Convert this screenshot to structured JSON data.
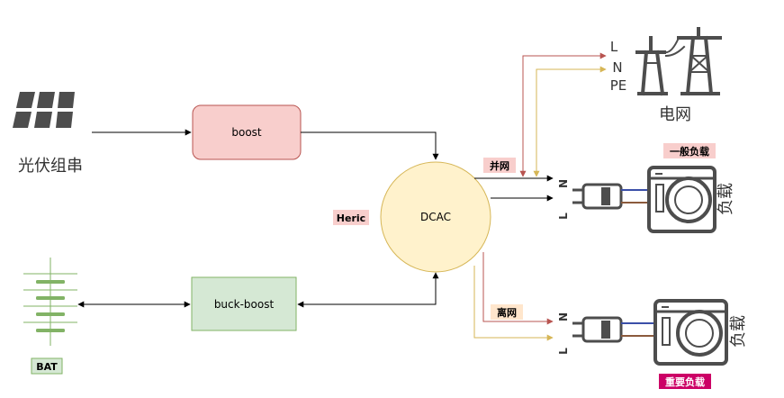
{
  "nodes": {
    "pv_label": "光伏组串",
    "boost": "boost",
    "dcac": "DCAC",
    "heric": "Heric",
    "buck_boost": "buck-boost",
    "bat": "BAT",
    "grid_label": "电网",
    "grid_L": "L",
    "grid_N": "N",
    "grid_PE": "PE",
    "grid_tie": "并网",
    "off_grid": "离网",
    "general_load": "一般负载",
    "critical_load": "重要负载",
    "load_top": "负载",
    "load_bottom": "负载",
    "plug_top_N": "N",
    "plug_top_L": "L",
    "plug_bottom_N": "N",
    "plug_bottom_L": "L"
  },
  "colors": {
    "boost_fill": "#f8cecc",
    "boost_stroke": "#b85450",
    "buckboost_fill": "#d5e8d4",
    "buckboost_stroke": "#82b366",
    "dcac_fill": "#fff2cc",
    "dcac_stroke": "#d6b656",
    "red_wire": "#b85450",
    "yellow_wire": "#d6b656",
    "critical_badge": "#cc0066",
    "icon_gray": "#4d4d4d"
  }
}
